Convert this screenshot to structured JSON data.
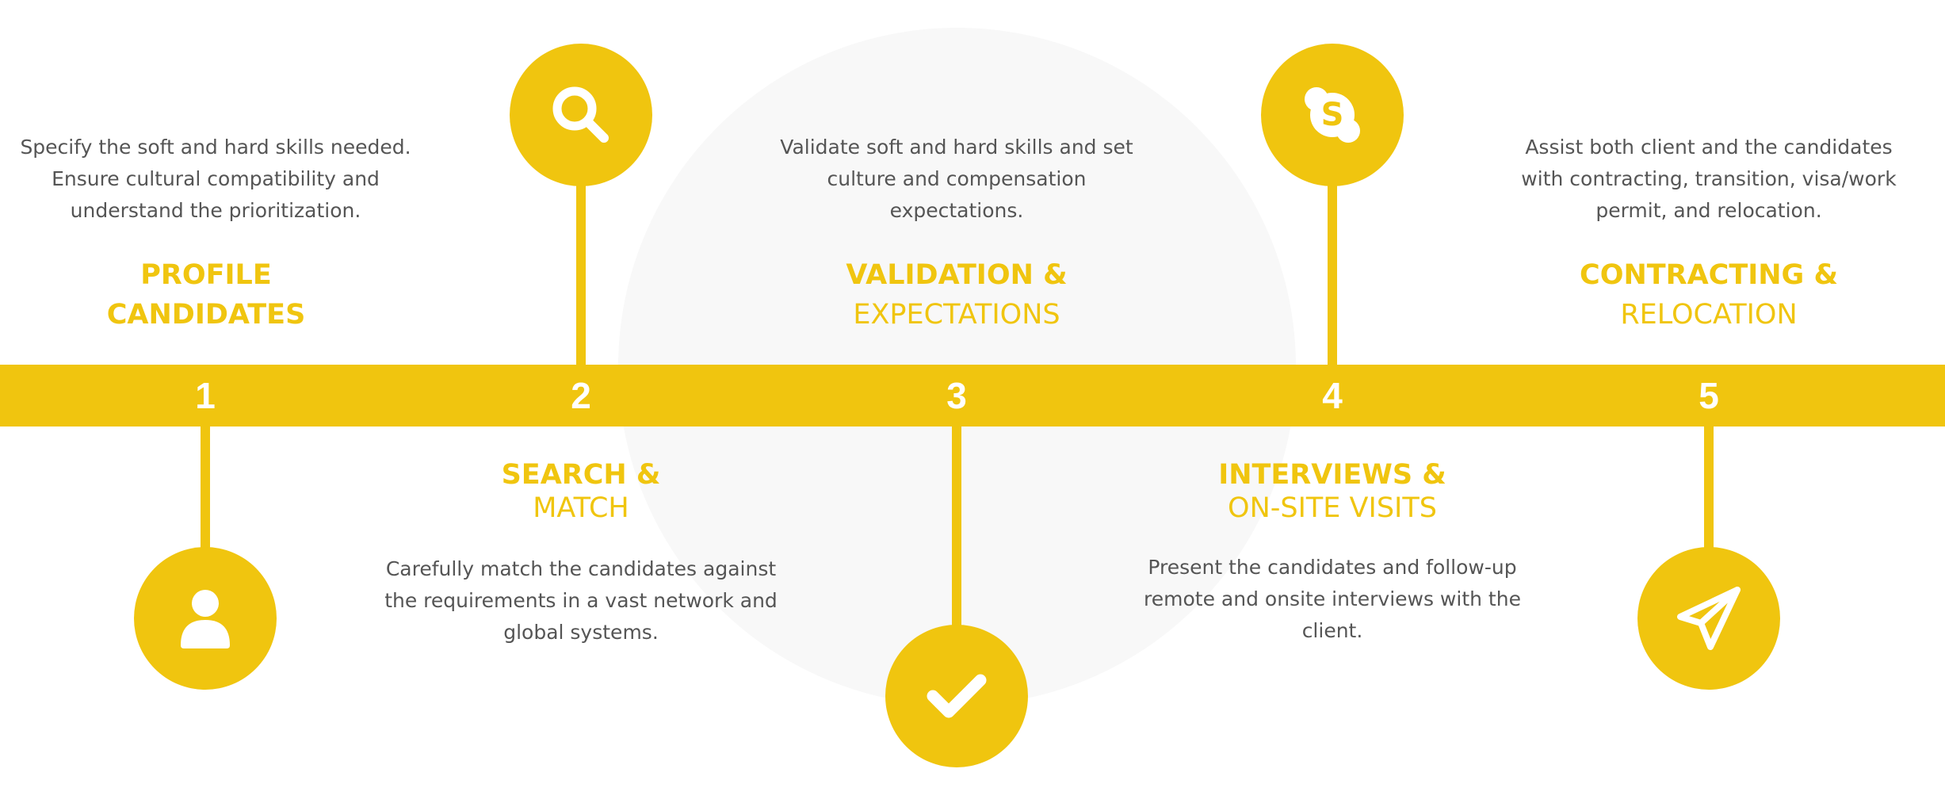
{
  "colors": {
    "accent": "#f0c50f",
    "text": "#555555",
    "arc": "#f8f8f8"
  },
  "steps": [
    {
      "number": "1",
      "title_bold": "PROFILE",
      "title_second": "CANDIDATES",
      "description": "Specify the soft and hard skills needed. Ensure cultural compatibility and understand the prioritization.",
      "icon": "user-icon"
    },
    {
      "number": "2",
      "title_bold": "SEARCH &",
      "title_second": "MATCH",
      "description": "Carefully match the candidates against the requirements in a vast network and global systems.",
      "icon": "search-icon"
    },
    {
      "number": "3",
      "title_bold": "VALIDATION &",
      "title_second": "EXPECTATIONS",
      "description": "Validate soft and hard skills and set culture and compensation expectations.",
      "icon": "check-icon"
    },
    {
      "number": "4",
      "title_bold": "INTERVIEWS &",
      "title_second": "ON-SITE VISITS",
      "description": "Present the candidates and follow-up remote and onsite interviews with the client.",
      "icon": "skype-icon"
    },
    {
      "number": "5",
      "title_bold": "CONTRACTING &",
      "title_second": "RELOCATION",
      "description": "Assist both client and the candidates with contracting, transition, visa/work permit, and relocation.",
      "icon": "paper-plane-icon"
    }
  ]
}
